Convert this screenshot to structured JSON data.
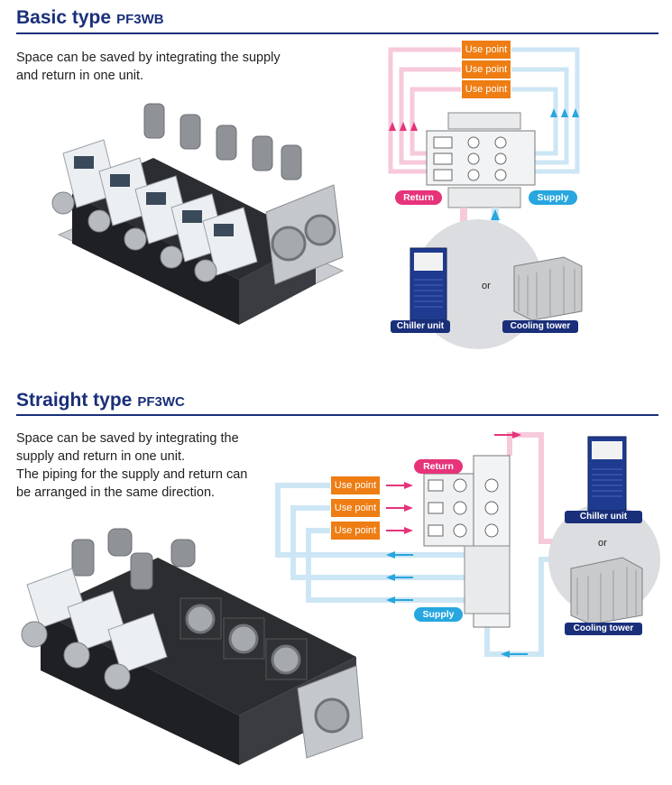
{
  "basic": {
    "title": "Basic type",
    "model": "PF3WB",
    "description_lines": [
      "Space can be saved by integrating the supply",
      "and return in one unit."
    ],
    "use_points": [
      "Use point",
      "Use point",
      "Use point"
    ],
    "return_label": "Return",
    "supply_label": "Supply",
    "chiller_label": "Chiller unit",
    "tower_label": "Cooling tower",
    "or_label": "or"
  },
  "straight": {
    "title": "Straight type",
    "model": "PF3WC",
    "description_lines": [
      "Space can be saved by integrating the",
      "supply and return in one unit.",
      "The piping for the supply and return can",
      "be arranged in the same direction."
    ],
    "use_points": [
      "Use point",
      "Use point",
      "Use point"
    ],
    "return_label": "Return",
    "supply_label": "Supply",
    "chiller_label": "Chiller unit",
    "tower_label": "Cooling tower",
    "or_label": "or"
  },
  "colors": {
    "brand_navy": "#1a2f7a",
    "return_pink": "#e6337a",
    "supply_blue": "#27a6df",
    "use_point_orange": "#ee7d13",
    "pipe_pink": "#f6c9db",
    "pipe_blue": "#cde6f5"
  }
}
